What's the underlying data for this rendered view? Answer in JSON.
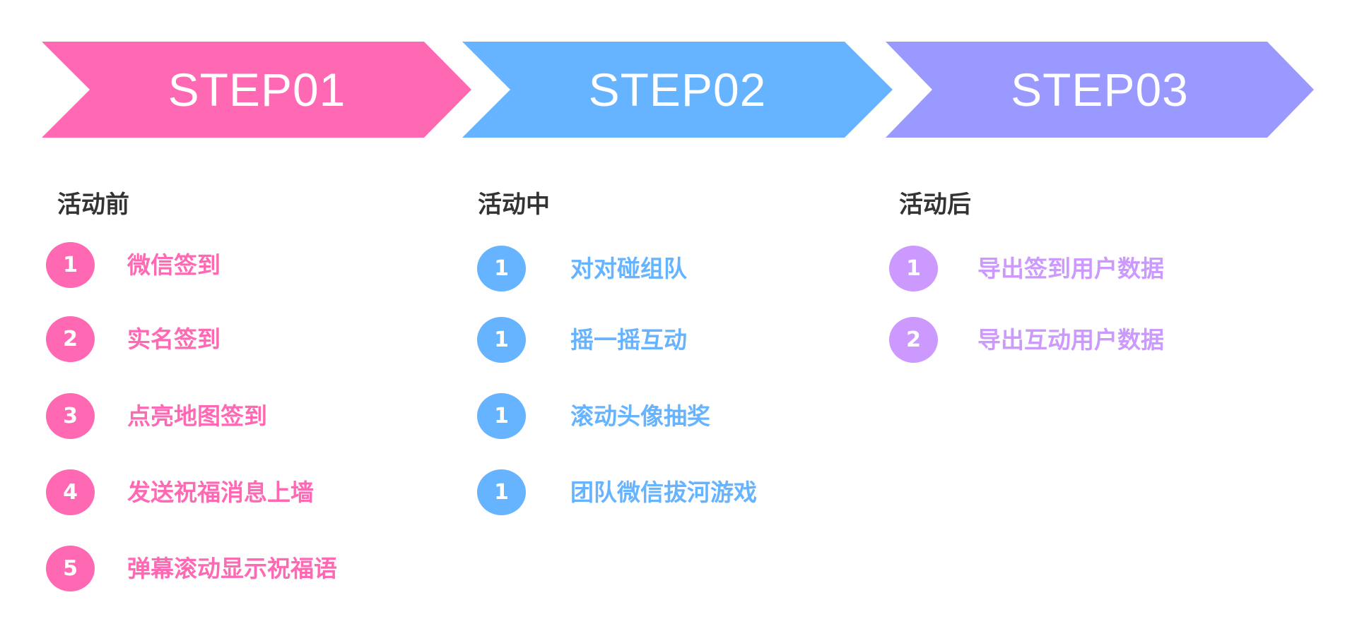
{
  "colors": {
    "step1": "#ff69b4",
    "step2": "#66b3ff",
    "step3": "#9999ff",
    "phase1_accent": "#ff69b4",
    "phase2_accent": "#66b3ff",
    "phase3_accent": "#cc99ff",
    "heading": "#333333"
  },
  "steps": [
    {
      "label": "STEP01"
    },
    {
      "label": "STEP02"
    },
    {
      "label": "STEP03"
    }
  ],
  "phases": [
    {
      "heading": "活动前",
      "items": [
        {
          "number": "1",
          "text": "微信签到"
        },
        {
          "number": "2",
          "text": "实名签到"
        },
        {
          "number": "3",
          "text": "点亮地图签到"
        },
        {
          "number": "4",
          "text": "发送祝福消息上墙"
        },
        {
          "number": "5",
          "text": "弹幕滚动显示祝福语"
        }
      ]
    },
    {
      "heading": "活动中",
      "items": [
        {
          "number": "1",
          "text": "对对碰组队"
        },
        {
          "number": "1",
          "text": "摇一摇互动"
        },
        {
          "number": "1",
          "text": "滚动头像抽奖"
        },
        {
          "number": "1",
          "text": "团队微信拔河游戏"
        }
      ]
    },
    {
      "heading": "活动后",
      "items": [
        {
          "number": "1",
          "text": "导出签到用户数据"
        },
        {
          "number": "2",
          "text": "导出互动用户数据"
        }
      ]
    }
  ]
}
